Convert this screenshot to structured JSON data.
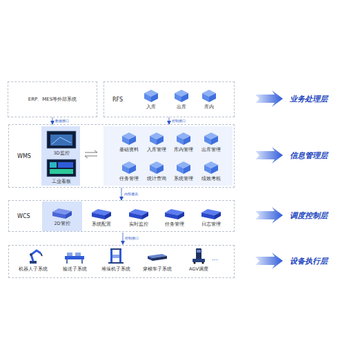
{
  "diagram": {
    "nodes": [
      {
        "text": [
          "ERP、MES等外部系统"
        ]
      },
      {
        "text": [
          "RFS"
        ]
      },
      {
        "text": [
          "入库"
        ],
        "in": 1
      },
      {
        "text": [
          "出库"
        ],
        "in": 1
      },
      {
        "text": [
          "库内"
        ],
        "in": 1
      },
      {
        "text": [
          "WMS"
        ]
      },
      {
        "text": [
          "3D监控"
        ],
        "in": 5
      },
      {
        "text": [
          "工业看板"
        ],
        "in": 5
      },
      {
        "text": [
          "基础资料"
        ],
        "in": 5
      },
      {
        "text": [
          "入库管理"
        ],
        "in": 5
      },
      {
        "text": [
          "库内管理"
        ],
        "in": 5
      },
      {
        "text": [
          "出库管理"
        ],
        "in": 5
      },
      {
        "text": [
          "任务管理"
        ],
        "in": 5
      },
      {
        "text": [
          "统计查询"
        ],
        "in": 5
      },
      {
        "text": [
          "系统管理"
        ],
        "in": 5
      },
      {
        "text": [
          "绩效考核"
        ],
        "in": 5
      },
      {
        "text": [
          "WCS"
        ]
      },
      {
        "text": [
          "2D管控"
        ],
        "in": 16
      },
      {
        "text": [
          "系统配置"
        ],
        "in": 16
      },
      {
        "text": [
          "实时监控"
        ],
        "in": 16
      },
      {
        "text": [
          "任务管理"
        ],
        "in": 16
      },
      {
        "text": [
          "日志管理"
        ],
        "in": 16
      },
      {
        "text": [
          "机器人子系统"
        ]
      },
      {
        "text": [
          "输送子系统"
        ]
      },
      {
        "text": [
          "堆垛机子系统"
        ]
      },
      {
        "text": [
          "穿梭车子系统"
        ]
      },
      {
        "text": [
          "AGV调度"
        ]
      }
    ],
    "edges": [
      {
        "from": 0,
        "to": 5,
        "arrow": "to",
        "label": "数据接口"
      },
      {
        "from": 1,
        "to": 5,
        "arrow": "to",
        "label": "控制接口"
      },
      {
        "from": 5,
        "to": 16,
        "arrow": "to",
        "label": "内部通讯"
      }
    ],
    "labels": [
      "业务处理层",
      "信息管理层",
      "调度控制层",
      "设备执行层",
      "控制接口",
      "···"
    ]
  }
}
